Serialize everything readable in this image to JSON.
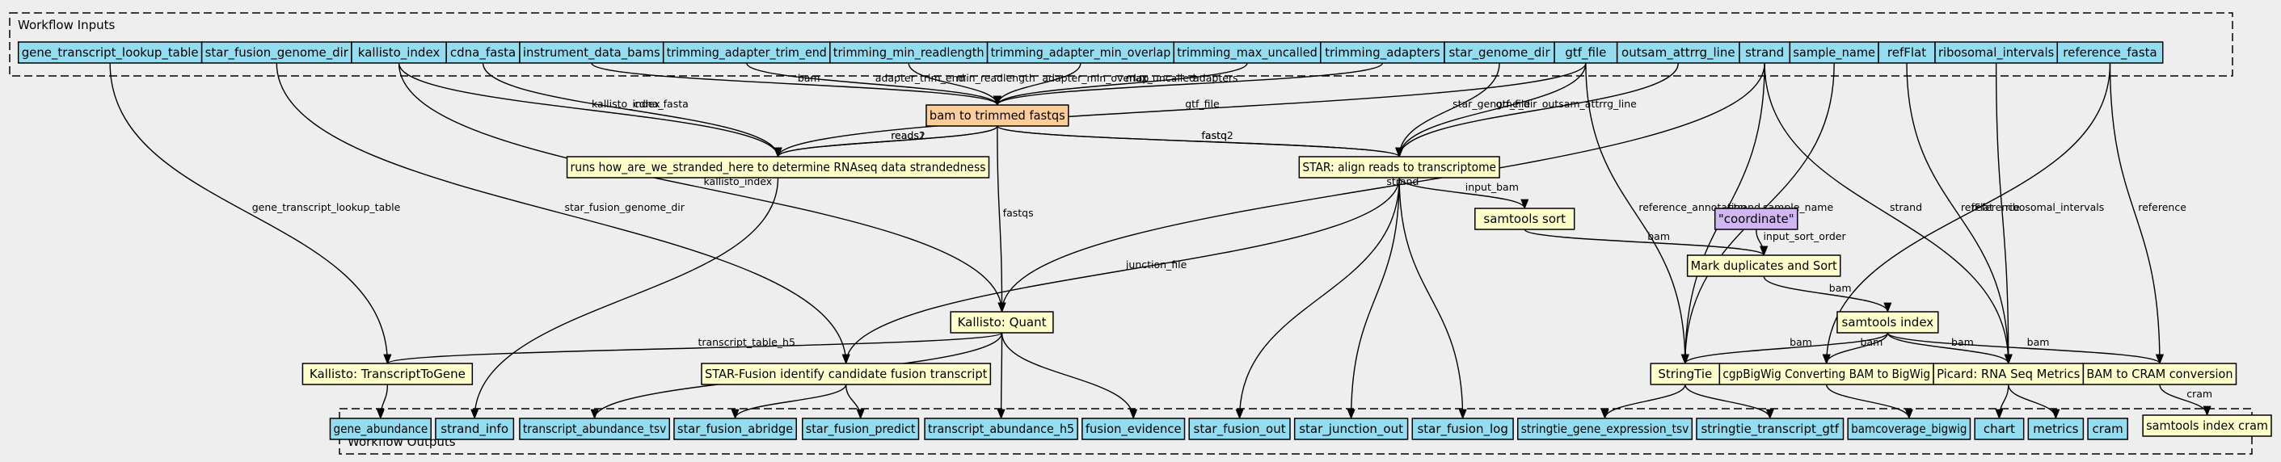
{
  "clusters": {
    "inputs": "Workflow Inputs",
    "outputs": "Workflow Outputs"
  },
  "colors": {
    "background": "#eeeeee",
    "io": "#94ddf0",
    "step": "#ffffcc",
    "highlight": "#fccc99",
    "default_value": "#d1b6f4"
  },
  "nodes": [
    {
      "id": "gene_transcript_lookup_table",
      "label": "gene_transcript_lookup_table",
      "kind": "io"
    },
    {
      "id": "star_fusion_genome_dir",
      "label": "star_fusion_genome_dir",
      "kind": "io"
    },
    {
      "id": "kallisto_index",
      "label": "kallisto_index",
      "kind": "io"
    },
    {
      "id": "cdna_fasta",
      "label": "cdna_fasta",
      "kind": "io"
    },
    {
      "id": "instrument_data_bams",
      "label": "instrument_data_bams",
      "kind": "io"
    },
    {
      "id": "trimming_adapter_trim_end",
      "label": "trimming_adapter_trim_end",
      "kind": "io"
    },
    {
      "id": "trimming_min_readlength",
      "label": "trimming_min_readlength",
      "kind": "io"
    },
    {
      "id": "trimming_adapter_min_overlap",
      "label": "trimming_adapter_min_overlap",
      "kind": "io"
    },
    {
      "id": "trimming_max_uncalled",
      "label": "trimming_max_uncalled",
      "kind": "io"
    },
    {
      "id": "trimming_adapters",
      "label": "trimming_adapters",
      "kind": "io"
    },
    {
      "id": "star_genome_dir",
      "label": "star_genome_dir",
      "kind": "io"
    },
    {
      "id": "gtf_file",
      "label": "gtf_file",
      "kind": "io"
    },
    {
      "id": "outsam_attrrg_line",
      "label": "outsam_attrrg_line",
      "kind": "io"
    },
    {
      "id": "strand",
      "label": "strand",
      "kind": "io"
    },
    {
      "id": "sample_name",
      "label": "sample_name",
      "kind": "io"
    },
    {
      "id": "refFlat",
      "label": "refFlat",
      "kind": "io"
    },
    {
      "id": "ribosomal_intervals",
      "label": "ribosomal_intervals",
      "kind": "io"
    },
    {
      "id": "reference_fasta",
      "label": "reference_fasta",
      "kind": "io"
    },
    {
      "id": "bam_to_trimmed",
      "label": "bam to trimmed fastqs",
      "kind": "highlight"
    },
    {
      "id": "stranded",
      "label": "runs how_are_we_stranded_here to determine RNAseq data strandedness",
      "kind": "step"
    },
    {
      "id": "star_align",
      "label": "STAR: align reads to transcriptome",
      "kind": "step"
    },
    {
      "id": "samtools_sort",
      "label": "samtools sort",
      "kind": "step"
    },
    {
      "id": "coordinate",
      "label": "\"coordinate\"",
      "kind": "default_value"
    },
    {
      "id": "mark_dup",
      "label": "Mark duplicates and Sort",
      "kind": "step"
    },
    {
      "id": "kallisto_quant",
      "label": "Kallisto: Quant",
      "kind": "step"
    },
    {
      "id": "samtools_index",
      "label": "samtools index",
      "kind": "step"
    },
    {
      "id": "tx2gene",
      "label": "Kallisto: TranscriptToGene",
      "kind": "step"
    },
    {
      "id": "star_fusion",
      "label": "STAR-Fusion identify candidate fusion transcript",
      "kind": "step"
    },
    {
      "id": "stringtie",
      "label": "StringTie",
      "kind": "step"
    },
    {
      "id": "cgpbigwig",
      "label": "cgpBigWig Converting BAM to BigWig",
      "kind": "step"
    },
    {
      "id": "picard",
      "label": "Picard: RNA Seq Metrics",
      "kind": "step"
    },
    {
      "id": "bam_to_cram",
      "label": "BAM to CRAM conversion",
      "kind": "step"
    },
    {
      "id": "samtools_index_cram",
      "label": "samtools index cram",
      "kind": "step"
    },
    {
      "id": "gene_abundance",
      "label": "gene_abundance",
      "kind": "io"
    },
    {
      "id": "strand_info",
      "label": "strand_info",
      "kind": "io"
    },
    {
      "id": "transcript_abundance_tsv",
      "label": "transcript_abundance_tsv",
      "kind": "io"
    },
    {
      "id": "star_fusion_abridge",
      "label": "star_fusion_abridge",
      "kind": "io"
    },
    {
      "id": "star_fusion_predict",
      "label": "star_fusion_predict",
      "kind": "io"
    },
    {
      "id": "transcript_abundance_h5",
      "label": "transcript_abundance_h5",
      "kind": "io"
    },
    {
      "id": "fusion_evidence",
      "label": "fusion_evidence",
      "kind": "io"
    },
    {
      "id": "star_fusion_out",
      "label": "star_fusion_out",
      "kind": "io"
    },
    {
      "id": "star_junction_out",
      "label": "star_junction_out",
      "kind": "io"
    },
    {
      "id": "star_fusion_log",
      "label": "star_fusion_log",
      "kind": "io"
    },
    {
      "id": "stringtie_gene_expression_tsv",
      "label": "stringtie_gene_expression_tsv",
      "kind": "io"
    },
    {
      "id": "stringtie_transcript_gtf",
      "label": "stringtie_transcript_gtf",
      "kind": "io"
    },
    {
      "id": "bamcoverage_bigwig",
      "label": "bamcoverage_bigwig",
      "kind": "io"
    },
    {
      "id": "chart",
      "label": "chart",
      "kind": "io"
    },
    {
      "id": "metrics",
      "label": "metrics",
      "kind": "io"
    },
    {
      "id": "cram",
      "label": "cram",
      "kind": "io"
    }
  ],
  "edges": [
    {
      "from": "instrument_data_bams",
      "to": "bam_to_trimmed",
      "label": "bam"
    },
    {
      "from": "trimming_adapter_trim_end",
      "to": "bam_to_trimmed",
      "label": "adapter_trim_end"
    },
    {
      "from": "trimming_min_readlength",
      "to": "bam_to_trimmed",
      "label": "min_readlength"
    },
    {
      "from": "trimming_adapter_min_overlap",
      "to": "bam_to_trimmed",
      "label": "adapter_min_overlap"
    },
    {
      "from": "trimming_max_uncalled",
      "to": "bam_to_trimmed",
      "label": "max_uncalled"
    },
    {
      "from": "trimming_adapters",
      "to": "bam_to_trimmed",
      "label": "adapters"
    },
    {
      "from": "kallisto_index",
      "to": "stranded",
      "label": "kallisto_index"
    },
    {
      "from": "cdna_fasta",
      "to": "stranded",
      "label": "cdna_fasta"
    },
    {
      "from": "gtf_file",
      "to": "stranded",
      "label": "gtf_file"
    },
    {
      "from": "bam_to_trimmed",
      "to": "stranded",
      "label": "reads2"
    },
    {
      "from": "bam_to_trimmed",
      "to": "stranded",
      "label": "reads1"
    },
    {
      "from": "bam_to_trimmed",
      "to": "star_align",
      "label": "fastq"
    },
    {
      "from": "bam_to_trimmed",
      "to": "star_align",
      "label": "fastq2"
    },
    {
      "from": "star_genome_dir",
      "to": "star_align",
      "label": "star_genome_dir"
    },
    {
      "from": "gtf_file",
      "to": "star_align",
      "label": "gtf_file"
    },
    {
      "from": "outsam_attrrg_line",
      "to": "star_align",
      "label": "outsam_attrrg_line"
    },
    {
      "from": "star_align",
      "to": "samtools_sort",
      "label": "input_bam"
    },
    {
      "from": "samtools_sort",
      "to": "mark_dup",
      "label": "bam"
    },
    {
      "from": "coordinate",
      "to": "mark_dup",
      "label": "input_sort_order"
    },
    {
      "from": "mark_dup",
      "to": "samtools_index",
      "label": "bam"
    },
    {
      "from": "bam_to_trimmed",
      "to": "kallisto_quant",
      "label": "fastqs"
    },
    {
      "from": "kallisto_index",
      "to": "kallisto_quant",
      "label": "kallisto_index"
    },
    {
      "from": "strand",
      "to": "kallisto_quant",
      "label": "strand"
    },
    {
      "from": "gene_transcript_lookup_table",
      "to": "tx2gene",
      "label": "gene_transcript_lookup_table"
    },
    {
      "from": "kallisto_quant",
      "to": "tx2gene",
      "label": "transcript_table_h5"
    },
    {
      "from": "star_fusion_genome_dir",
      "to": "star_fusion",
      "label": "star_fusion_genome_dir"
    },
    {
      "from": "star_align",
      "to": "star_fusion",
      "label": "junction_file"
    },
    {
      "from": "gtf_file",
      "to": "stringtie",
      "label": "reference_annotation"
    },
    {
      "from": "strand",
      "to": "stringtie",
      "label": "strand"
    },
    {
      "from": "sample_name",
      "to": "stringtie",
      "label": "sample_name"
    },
    {
      "from": "samtools_index",
      "to": "stringtie",
      "label": "bam"
    },
    {
      "from": "samtools_index",
      "to": "cgpbigwig",
      "label": "bam"
    },
    {
      "from": "reference_fasta",
      "to": "cgpbigwig",
      "label": "reference"
    },
    {
      "from": "samtools_index",
      "to": "picard",
      "label": "bam"
    },
    {
      "from": "strand",
      "to": "picard",
      "label": "strand"
    },
    {
      "from": "refFlat",
      "to": "picard",
      "label": "refFlat"
    },
    {
      "from": "ribosomal_intervals",
      "to": "picard",
      "label": "ribosomal_intervals"
    },
    {
      "from": "samtools_index",
      "to": "bam_to_cram",
      "label": "bam"
    },
    {
      "from": "reference_fasta",
      "to": "bam_to_cram",
      "label": "reference"
    },
    {
      "from": "bam_to_cram",
      "to": "samtools_index_cram",
      "label": "cram"
    },
    {
      "from": "tx2gene",
      "to": "gene_abundance",
      "label": ""
    },
    {
      "from": "stranded",
      "to": "strand_info",
      "label": ""
    },
    {
      "from": "kallisto_quant",
      "to": "transcript_abundance_tsv",
      "label": ""
    },
    {
      "from": "star_fusion",
      "to": "star_fusion_abridge",
      "label": ""
    },
    {
      "from": "star_fusion",
      "to": "star_fusion_predict",
      "label": ""
    },
    {
      "from": "kallisto_quant",
      "to": "transcript_abundance_h5",
      "label": ""
    },
    {
      "from": "kallisto_quant",
      "to": "fusion_evidence",
      "label": ""
    },
    {
      "from": "star_align",
      "to": "star_fusion_out",
      "label": ""
    },
    {
      "from": "star_align",
      "to": "star_junction_out",
      "label": ""
    },
    {
      "from": "star_align",
      "to": "star_fusion_log",
      "label": ""
    },
    {
      "from": "stringtie",
      "to": "stringtie_gene_expression_tsv",
      "label": ""
    },
    {
      "from": "stringtie",
      "to": "stringtie_transcript_gtf",
      "label": ""
    },
    {
      "from": "cgpbigwig",
      "to": "bamcoverage_bigwig",
      "label": ""
    },
    {
      "from": "picard",
      "to": "chart",
      "label": ""
    },
    {
      "from": "picard",
      "to": "metrics",
      "label": ""
    }
  ]
}
